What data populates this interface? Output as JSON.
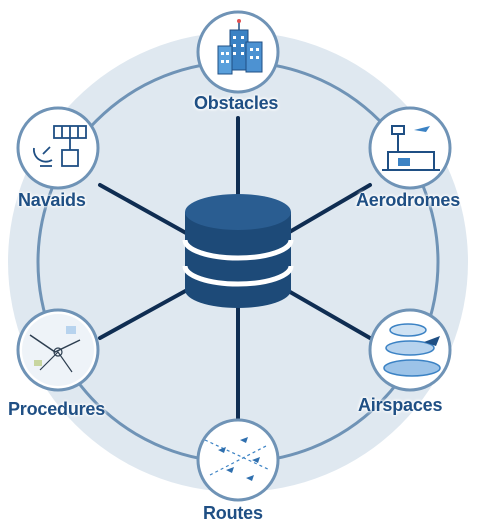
{
  "hub": {
    "icon": "database-icon"
  },
  "nodes": [
    {
      "id": "obstacles",
      "label": "Obstacles",
      "icon": "buildings-icon"
    },
    {
      "id": "aerodromes",
      "label": "Aerodromes",
      "icon": "airport-tower-icon"
    },
    {
      "id": "airspaces",
      "label": "Airspaces",
      "icon": "airspace-layers-icon"
    },
    {
      "id": "routes",
      "label": "Routes",
      "icon": "route-map-icon"
    },
    {
      "id": "procedures",
      "label": "Procedures",
      "icon": "approach-chart-icon"
    },
    {
      "id": "navaids",
      "label": "Navaids",
      "icon": "radar-antenna-icon"
    }
  ],
  "colors": {
    "primary": "#1f4f84",
    "database": "#1d4a78",
    "ring_fill": "#d9e4ee",
    "ring_stroke": "#6f93b6",
    "spoke": "#0f2d52"
  }
}
